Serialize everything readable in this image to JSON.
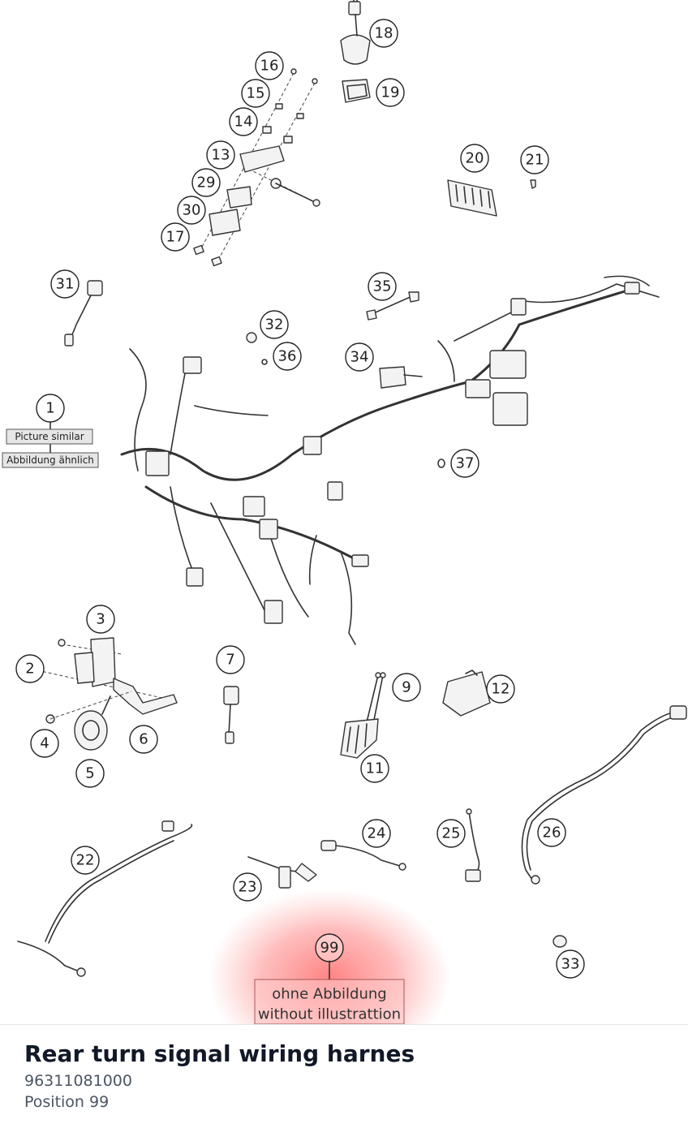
{
  "diagram": {
    "callouts": [
      "1",
      "2",
      "3",
      "4",
      "5",
      "6",
      "7",
      "9",
      "11",
      "12",
      "13",
      "14",
      "15",
      "16",
      "17",
      "18",
      "19",
      "20",
      "21",
      "22",
      "23",
      "24",
      "25",
      "26",
      "29",
      "30",
      "31",
      "32",
      "33",
      "34",
      "35",
      "36",
      "37",
      "99"
    ],
    "note_label_en": "Picture similar",
    "note_label_de": "Abbildung ähnlich",
    "highlight_label_de": "ohne Abbildung",
    "highlight_label_en": "without illustrattion",
    "highlight_color": "#ff5a5a"
  },
  "part": {
    "title": "Rear turn signal wiring harnes",
    "number": "96311081000",
    "position": "Position 99"
  }
}
